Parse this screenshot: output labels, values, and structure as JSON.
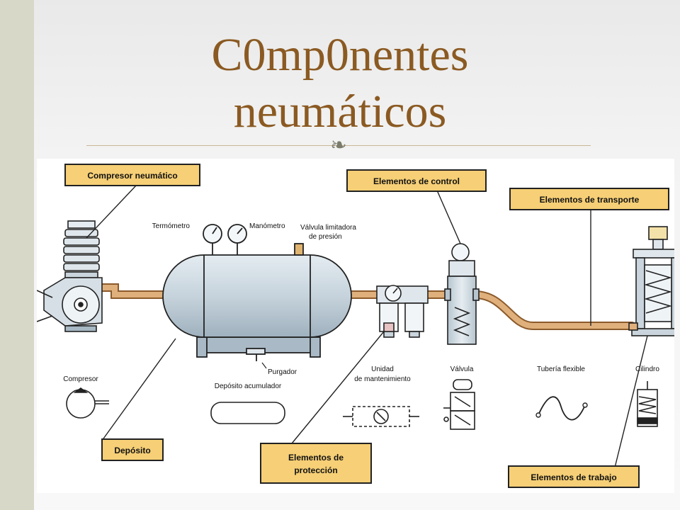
{
  "slide": {
    "title_line1": "C0mp0nentes",
    "title_line2": "neumáticos"
  },
  "diagram": {
    "callouts": {
      "compresor_neumatico": "Compresor neumático",
      "elementos_control": "Elementos de control",
      "elementos_transporte": "Elementos de transporte",
      "deposito": "Depósito",
      "elementos_proteccion_1": "Elementos de",
      "elementos_proteccion_2": "protección",
      "elementos_trabajo": "Elementos de trabajo"
    },
    "labels": {
      "termometro": "Termómetro",
      "manometro": "Manómetro",
      "valvula_limitadora_1": "Válvula limitadora",
      "valvula_limitadora_2": "de presión",
      "purgador": "Purgador"
    },
    "symbols": {
      "compresor": "Compresor",
      "deposito_acumulador": "Depósito acumulador",
      "unidad_1": "Unidad",
      "unidad_2": "de mantenimiento",
      "valvula": "Válvula",
      "tuberia_flexible": "Tubería flexible",
      "cilindro": "Cilindro"
    }
  },
  "colors": {
    "title": "#8b5a22",
    "callout_fill": "#f6cf76",
    "pipe": "#dcaa73",
    "metal": "#c3d0da"
  },
  "icons": {
    "ornament": "bullet-ornament-icon"
  }
}
